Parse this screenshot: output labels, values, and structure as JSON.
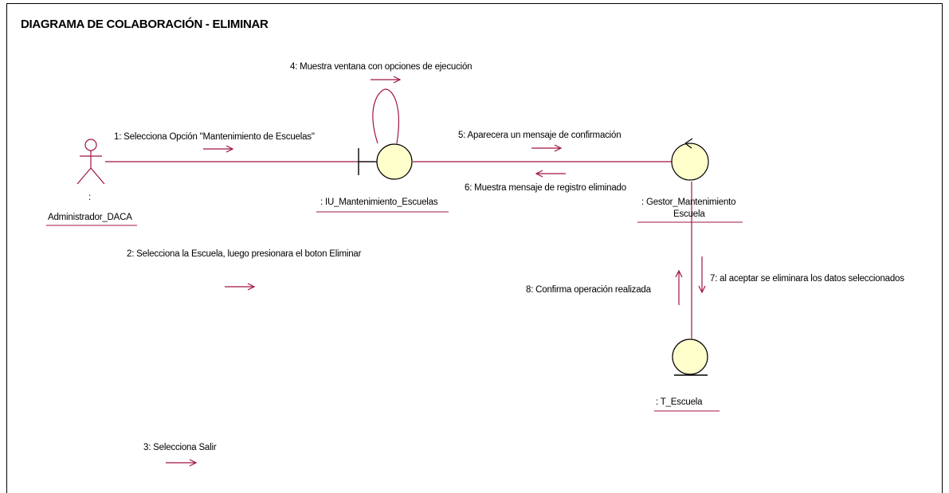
{
  "title": "DIAGRAMA DE COLABORACIÓN - ELIMINAR",
  "colors": {
    "link": "#a0153e",
    "object_fill": "#ffffcc",
    "object_stroke": "#000000",
    "text": "#000000"
  },
  "objects": {
    "actor": {
      "prefix": ":",
      "name": "Administrador_DACA",
      "kind": "actor"
    },
    "boundary": {
      "name": ": IU_Mantenimiento_Escuelas",
      "kind": "boundary"
    },
    "control": {
      "name_line1": ": Gestor_Mantenimiento",
      "name_line2": "Escuela",
      "kind": "control"
    },
    "entity": {
      "name": ": T_Escuela",
      "kind": "entity"
    }
  },
  "messages": {
    "m1": "1: Selecciona Opción \"Mantenimiento de Escuelas\"",
    "m2": "2: Selecciona la Escuela, luego presionara el boton Eliminar",
    "m3": "3: Selecciona Salir",
    "m4": "4: Muestra ventana con opciones de ejecución",
    "m5": "5: Aparecera un mensaje de confirmación",
    "m6": "6: Muestra mensaje de registro eliminado",
    "m7": "7: al aceptar se eliminara los datos seleccionados",
    "m8": "8: Confirma operación realizada"
  }
}
